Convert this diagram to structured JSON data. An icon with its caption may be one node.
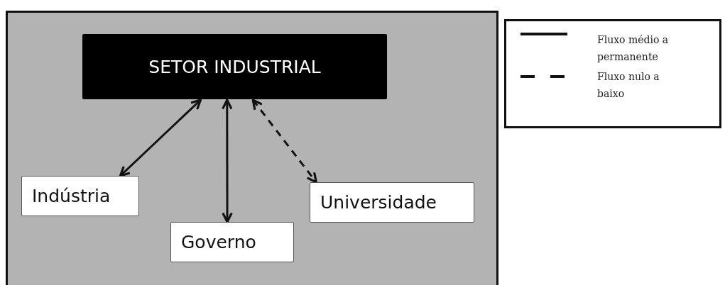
{
  "diagram": {
    "nodes": [
      {
        "text": [],
        "shape": "box"
      },
      {
        "text": [
          "SETOR INDUSTRIAL"
        ],
        "in": 0
      },
      {
        "text": [
          "Indústria"
        ],
        "in": 0
      },
      {
        "text": [
          "Governo"
        ],
        "in": 0
      },
      {
        "text": [
          "Universidade"
        ],
        "in": 0
      }
    ],
    "edges": [
      {
        "from": 1,
        "to": 2,
        "arrow": "both"
      },
      {
        "from": 1,
        "to": 3,
        "arrow": "both"
      },
      {
        "from": 1,
        "to": 4,
        "arrow": "both",
        "style": "dashed"
      }
    ],
    "legend": [
      {
        "text": "Fluxo médio a permanente"
      },
      {
        "text": "Fluxo nulo a baixo"
      }
    ]
  }
}
